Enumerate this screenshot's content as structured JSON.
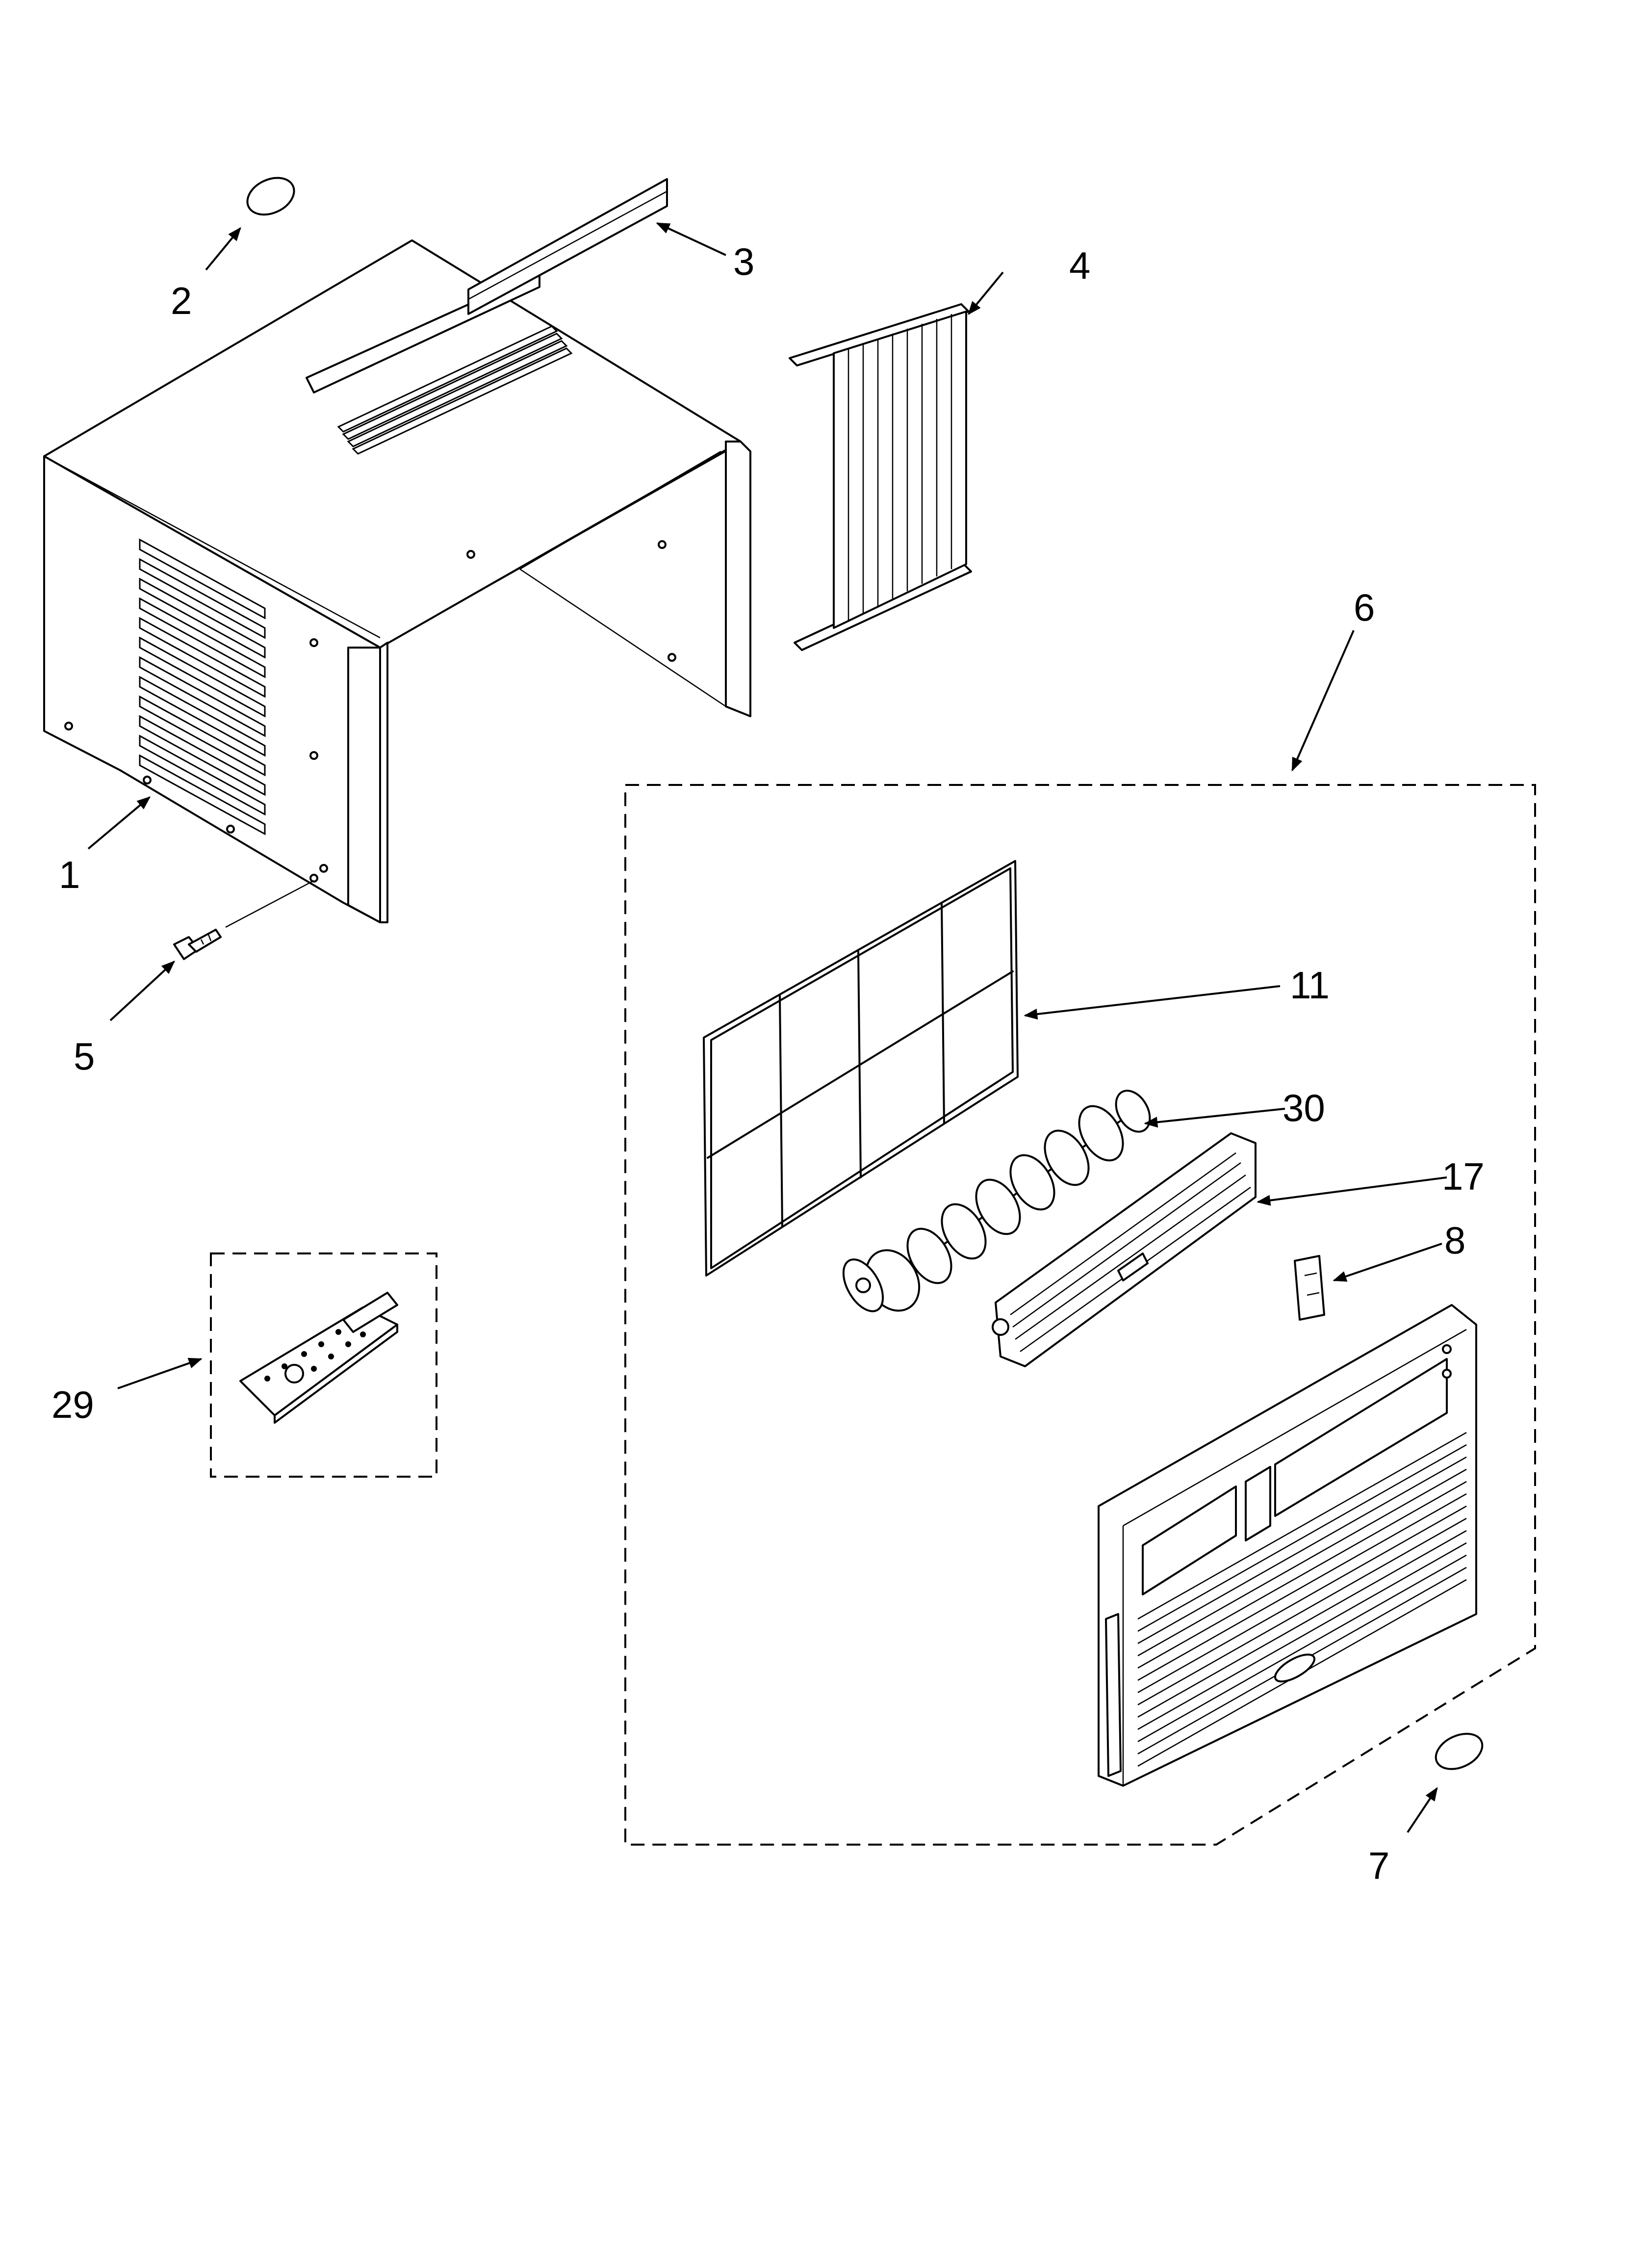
{
  "callouts": {
    "c1": "1",
    "c2": "2",
    "c3": "3",
    "c4": "4",
    "c5": "5",
    "c6": "6",
    "c7": "7",
    "c8": "8",
    "c11": "11",
    "c17": "17",
    "c29": "29",
    "c30": "30"
  },
  "parts": [
    {
      "callout": "1",
      "icon": "cabinet-icon"
    },
    {
      "callout": "2",
      "icon": "gasket-icon"
    },
    {
      "callout": "3",
      "icon": "top-rail-icon"
    },
    {
      "callout": "4",
      "icon": "side-curtain-icon"
    },
    {
      "callout": "5",
      "icon": "screw-icon"
    },
    {
      "callout": "6",
      "icon": "front-assembly-group"
    },
    {
      "callout": "7",
      "icon": "gasket-icon"
    },
    {
      "callout": "8",
      "icon": "bracket-icon"
    },
    {
      "callout": "11",
      "icon": "air-filter-icon"
    },
    {
      "callout": "17",
      "icon": "louver-assembly-icon"
    },
    {
      "callout": "29",
      "icon": "remote-control-icon"
    },
    {
      "callout": "30",
      "icon": "vane-shaft-icon"
    }
  ],
  "colors": {
    "ink": "#000000",
    "paper": "#ffffff"
  }
}
